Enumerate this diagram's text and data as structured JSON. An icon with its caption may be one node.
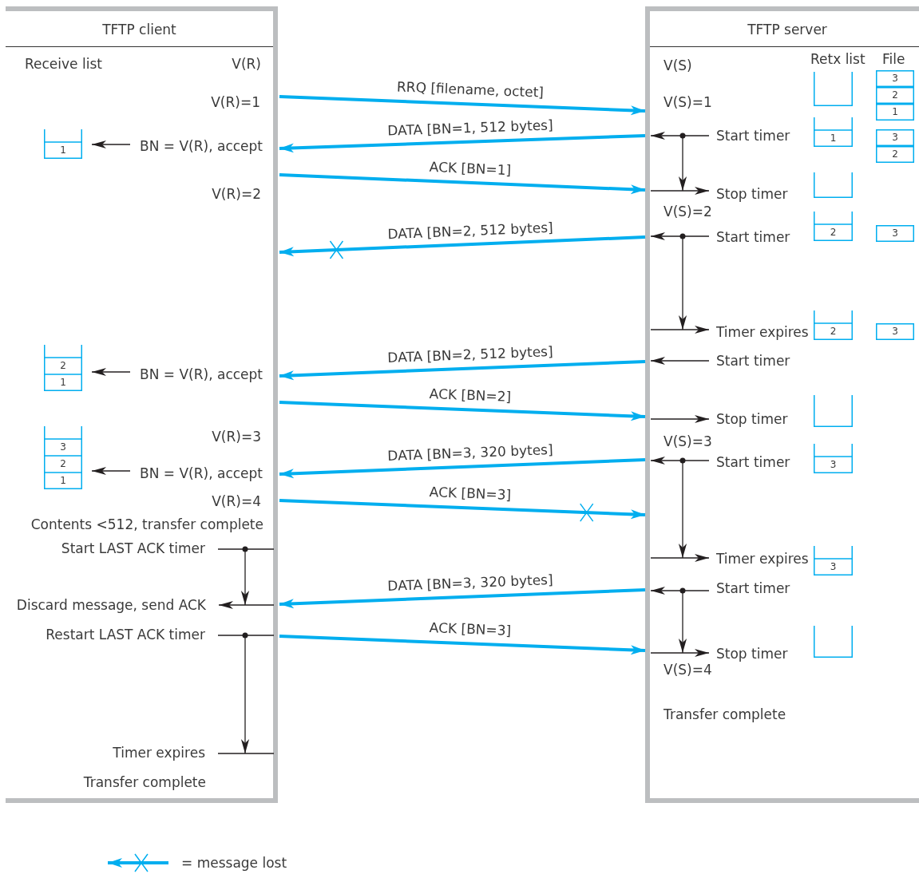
{
  "diagram": {
    "nodes": [
      {
        "text": [
          "TFTP client"
        ]
      },
      {
        "text": [
          "TFTP server"
        ]
      },
      {
        "text": [
          "1"
        ],
        "in": 0
      },
      {
        "text": [
          "BN = V(R), accept"
        ],
        "in": 0
      },
      {
        "text": [
          "2",
          "1"
        ],
        "in": 0
      },
      {
        "text": [
          "BN = V(R), accept"
        ],
        "in": 0
      },
      {
        "text": [
          "3",
          "2",
          "1"
        ],
        "in": 0
      },
      {
        "text": [
          "BN = V(R), accept"
        ],
        "in": 0
      },
      {
        "text": [
          "Start LAST ACK timer"
        ],
        "in": 0
      },
      {
        "text": [
          "Discard message, send ACK"
        ],
        "in": 0
      },
      {
        "text": [
          "Restart LAST ACK timer"
        ],
        "in": 0
      },
      {
        "text": [
          "Timer expires"
        ],
        "in": 0
      },
      {
        "text": [],
        "shape": "box",
        "in": 1
      },
      {
        "text": [
          "3",
          "2",
          "1"
        ],
        "in": 1
      },
      {
        "text": [
          "Start timer"
        ],
        "in": 1
      },
      {
        "text": [
          "1"
        ],
        "in": 1
      },
      {
        "text": [
          "3",
          "2"
        ],
        "in": 1
      },
      {
        "text": [
          "Stop timer"
        ],
        "in": 1
      },
      {
        "text": [],
        "shape": "box",
        "in": 1
      },
      {
        "text": [
          "Start timer"
        ],
        "in": 1
      },
      {
        "text": [
          "2"
        ],
        "in": 1
      },
      {
        "text": [
          "3"
        ],
        "in": 1
      },
      {
        "text": [
          "Timer expires"
        ],
        "in": 1
      },
      {
        "text": [
          "2"
        ],
        "in": 1
      },
      {
        "text": [
          "3"
        ],
        "in": 1
      },
      {
        "text": [
          "Start timer"
        ],
        "in": 1
      },
      {
        "text": [
          "Stop timer"
        ],
        "in": 1
      },
      {
        "text": [],
        "shape": "box",
        "in": 1
      },
      {
        "text": [
          "Start timer"
        ],
        "in": 1
      },
      {
        "text": [
          "3"
        ],
        "in": 1
      },
      {
        "text": [
          "Timer expires"
        ],
        "in": 1
      },
      {
        "text": [
          "3"
        ],
        "in": 1
      },
      {
        "text": [
          "Start timer"
        ],
        "in": 1
      },
      {
        "text": [
          "Stop timer"
        ],
        "in": 1
      },
      {
        "text": [],
        "shape": "box",
        "in": 1
      }
    ],
    "edges": [
      {
        "from": 0,
        "to": 1,
        "arrow": "to",
        "label": "RRQ [filename, octet]",
        "style": "thick",
        "color": "#00aeef"
      },
      {
        "from": 1,
        "to": 0,
        "arrow": "to",
        "label": "DATA [BN=1, 512 bytes]",
        "style": "thick",
        "color": "#00aeef"
      },
      {
        "from": 0,
        "to": 1,
        "arrow": "to",
        "label": "ACK [BN=1]",
        "style": "thick",
        "color": "#00aeef"
      },
      {
        "from": 1,
        "to": 0,
        "arrow": "to",
        "label": "DATA [BN=2, 512 bytes]",
        "style": "thick",
        "color": "#00aeef"
      },
      {
        "from": 1,
        "to": 0,
        "arrow": "to",
        "label": "DATA [BN=2, 512 bytes]",
        "style": "thick",
        "color": "#00aeef"
      },
      {
        "from": 0,
        "to": 1,
        "arrow": "to",
        "label": "ACK [BN=2]",
        "style": "thick",
        "color": "#00aeef"
      },
      {
        "from": 1,
        "to": 0,
        "arrow": "to",
        "label": "DATA [BN=3, 320 bytes]",
        "style": "thick",
        "color": "#00aeef"
      },
      {
        "from": 0,
        "to": 1,
        "arrow": "to",
        "label": "ACK [BN=3]",
        "style": "thick",
        "color": "#00aeef"
      },
      {
        "from": 1,
        "to": 0,
        "arrow": "to",
        "label": "DATA [BN=3, 320 bytes]",
        "style": "thick",
        "color": "#00aeef"
      },
      {
        "from": 0,
        "to": 1,
        "arrow": "to",
        "label": "ACK [BN=3]",
        "style": "thick",
        "color": "#00aeef"
      },
      {
        "from": 3,
        "to": 2,
        "arrow": "to"
      },
      {
        "from": 5,
        "to": 4,
        "arrow": "to"
      },
      {
        "from": 7,
        "to": 6,
        "arrow": "to"
      },
      {
        "from": 8,
        "to": null,
        "arrow": "none"
      },
      {
        "from": null,
        "to": 9,
        "arrow": "to"
      },
      {
        "from": 10,
        "to": null,
        "arrow": "none"
      },
      {
        "from": 11,
        "to": null,
        "arrow": "none"
      },
      {
        "from": 14,
        "to": null,
        "arrow": "to"
      },
      {
        "from": null,
        "to": 17,
        "arrow": "to"
      },
      {
        "from": 19,
        "to": null,
        "arrow": "to"
      },
      {
        "from": null,
        "to": 22,
        "arrow": "to"
      },
      {
        "from": 25,
        "to": null,
        "arrow": "to"
      },
      {
        "from": null,
        "to": 26,
        "arrow": "to"
      },
      {
        "from": 28,
        "to": null,
        "arrow": "to"
      },
      {
        "from": null,
        "to": 30,
        "arrow": "to"
      },
      {
        "from": 32,
        "to": null,
        "arrow": "to"
      },
      {
        "from": null,
        "to": 33,
        "arrow": "to"
      }
    ],
    "labels": [
      "Receive list",
      "V(R)",
      "V(S)",
      "Retx list",
      "File",
      "V(R)=1",
      "V(S)=1",
      "V(R)=2",
      "V(S)=2",
      "V(R)=3",
      "V(S)=3",
      "V(R)=4",
      "Contents <512, transfer complete",
      "V(S)=4",
      "Transfer complete",
      "Transfer complete"
    ],
    "legend": [
      {
        "text": "= message lost"
      }
    ]
  }
}
